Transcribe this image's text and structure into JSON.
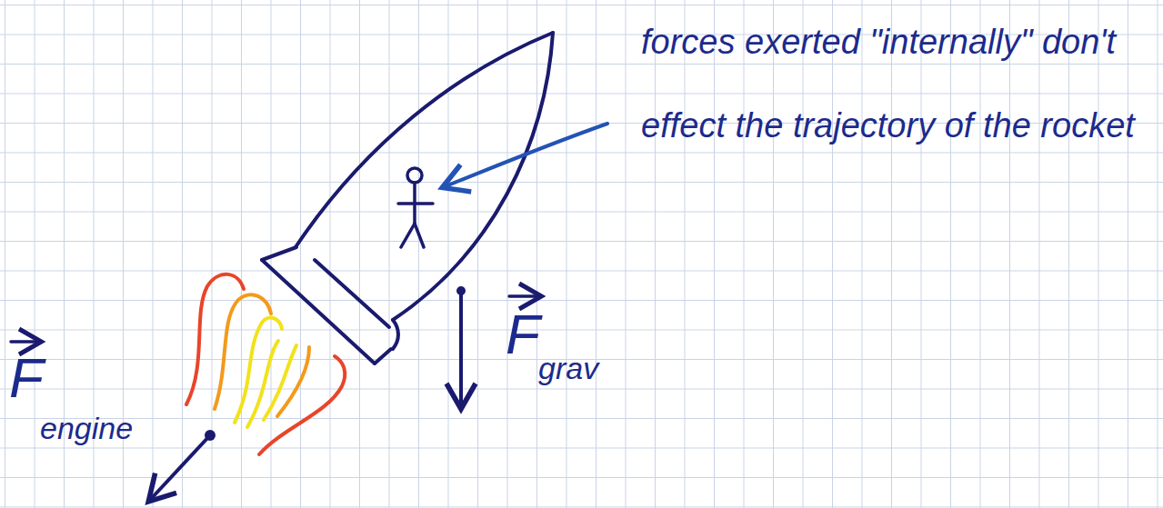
{
  "diagram": {
    "labels": [
      "forces exerted \"internally\" don't effect the trajectory of the rocket",
      "F",
      "engine",
      "F",
      "grav"
    ]
  }
}
